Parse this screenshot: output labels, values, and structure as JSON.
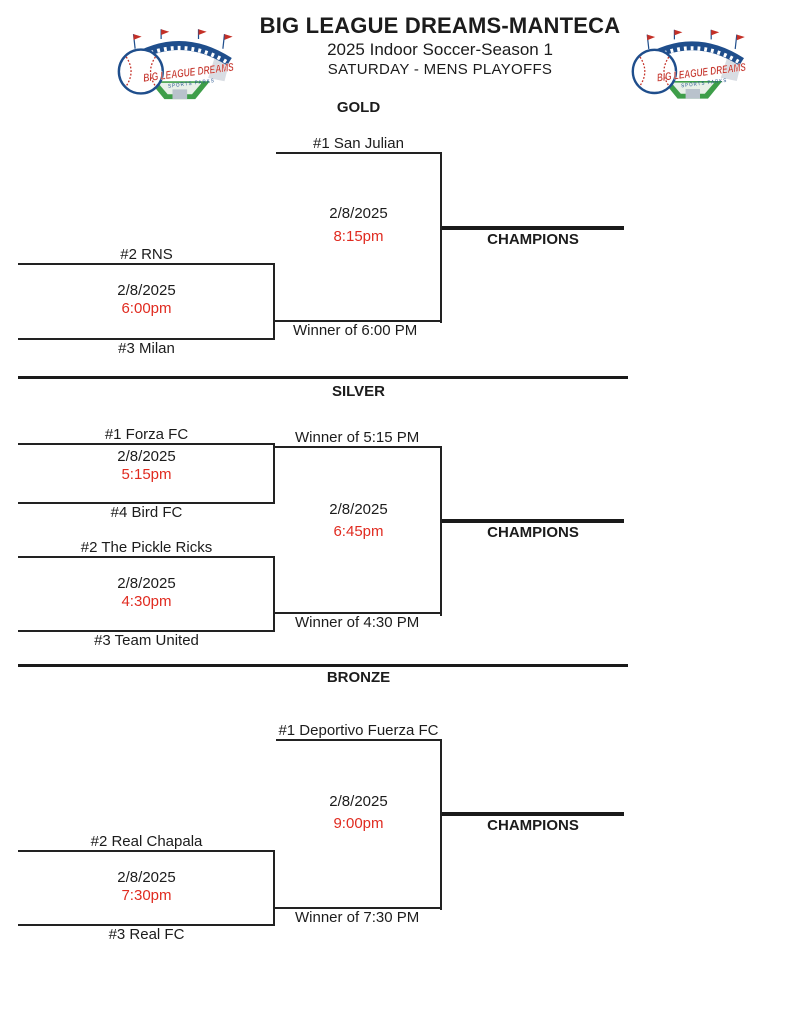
{
  "header": {
    "title": "BIG LEAGUE DREAMS-MANTECA",
    "subtitle": "2025 Indoor Soccer-Season 1",
    "event": "SATURDAY - MENS PLAYOFFS",
    "logo": {
      "name": "Big League Dreams Sports Parks",
      "line1": "BIG LEAGUE DREAMS",
      "line2": "SPORTS PARKS"
    }
  },
  "colors": {
    "text": "#1c1c1c",
    "time_red": "#e02b20",
    "line": "#222222",
    "logo_navy": "#1f4e8c",
    "logo_red": "#c43027",
    "logo_green": "#3e9e49"
  },
  "brackets": [
    {
      "division": "GOLD",
      "champions_label": "CHAMPIONS",
      "final": {
        "top_team": "#1 San Julian",
        "date": "2/8/2025",
        "time": "8:15pm",
        "bottom_label": "Winner of 6:00 PM"
      },
      "semi": {
        "top_team": "#2 RNS",
        "date": "2/8/2025",
        "time": "6:00pm",
        "bottom_team": "#3 Milan"
      }
    },
    {
      "division": "SILVER",
      "champions_label": "CHAMPIONS",
      "final": {
        "top_label": "Winner of 5:15 PM",
        "date": "2/8/2025",
        "time": "6:45pm",
        "bottom_label": "Winner of 4:30 PM"
      },
      "semi_top": {
        "top_team": "#1 Forza FC",
        "date": "2/8/2025",
        "time": "5:15pm",
        "bottom_team": "#4 Bird FC"
      },
      "semi_bottom": {
        "top_team": "#2 The Pickle Ricks",
        "date": "2/8/2025",
        "time": "4:30pm",
        "bottom_team": "#3 Team United"
      }
    },
    {
      "division": "BRONZE",
      "champions_label": "CHAMPIONS",
      "final": {
        "top_team": "#1 Deportivo Fuerza FC",
        "date": "2/8/2025",
        "time": "9:00pm",
        "bottom_label": "Winner of 7:30 PM"
      },
      "semi": {
        "top_team": "#2 Real Chapala",
        "date": "2/8/2025",
        "time": "7:30pm",
        "bottom_team": "#3 Real FC"
      }
    }
  ]
}
